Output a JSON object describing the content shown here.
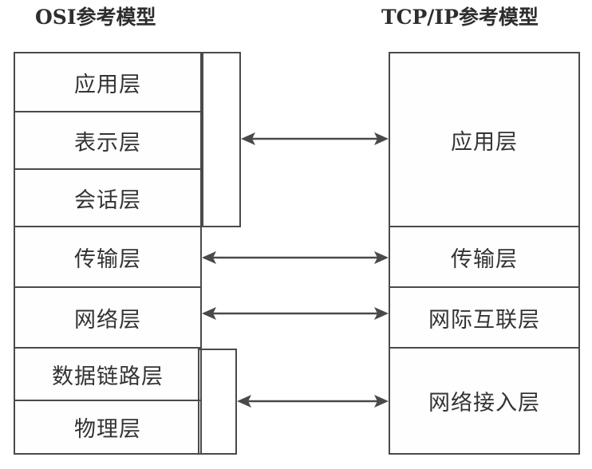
{
  "diagram": {
    "type": "layered-comparison",
    "titles": {
      "left": "OSI参考模型",
      "right": "TCP/IP参考模型"
    },
    "osi_layers": [
      {
        "label": "应用层"
      },
      {
        "label": "表示层"
      },
      {
        "label": "会话层"
      },
      {
        "label": "传输层"
      },
      {
        "label": "网络层"
      },
      {
        "label": "数据链路层"
      },
      {
        "label": "物理层"
      }
    ],
    "tcpip_layers": [
      {
        "label": "应用层"
      },
      {
        "label": "传输层"
      },
      {
        "label": "网际互联层"
      },
      {
        "label": "网络接入层"
      }
    ],
    "mappings": [
      {
        "from": "应用层/表示层/会话层",
        "to": "应用层"
      },
      {
        "from": "传输层",
        "to": "传输层"
      },
      {
        "from": "网络层",
        "to": "网际互联层"
      },
      {
        "from": "数据链路层/物理层",
        "to": "网络接入层"
      }
    ],
    "colors": {
      "line": "#4a4a4a",
      "text": "#333333",
      "background": "#ffffff"
    }
  }
}
